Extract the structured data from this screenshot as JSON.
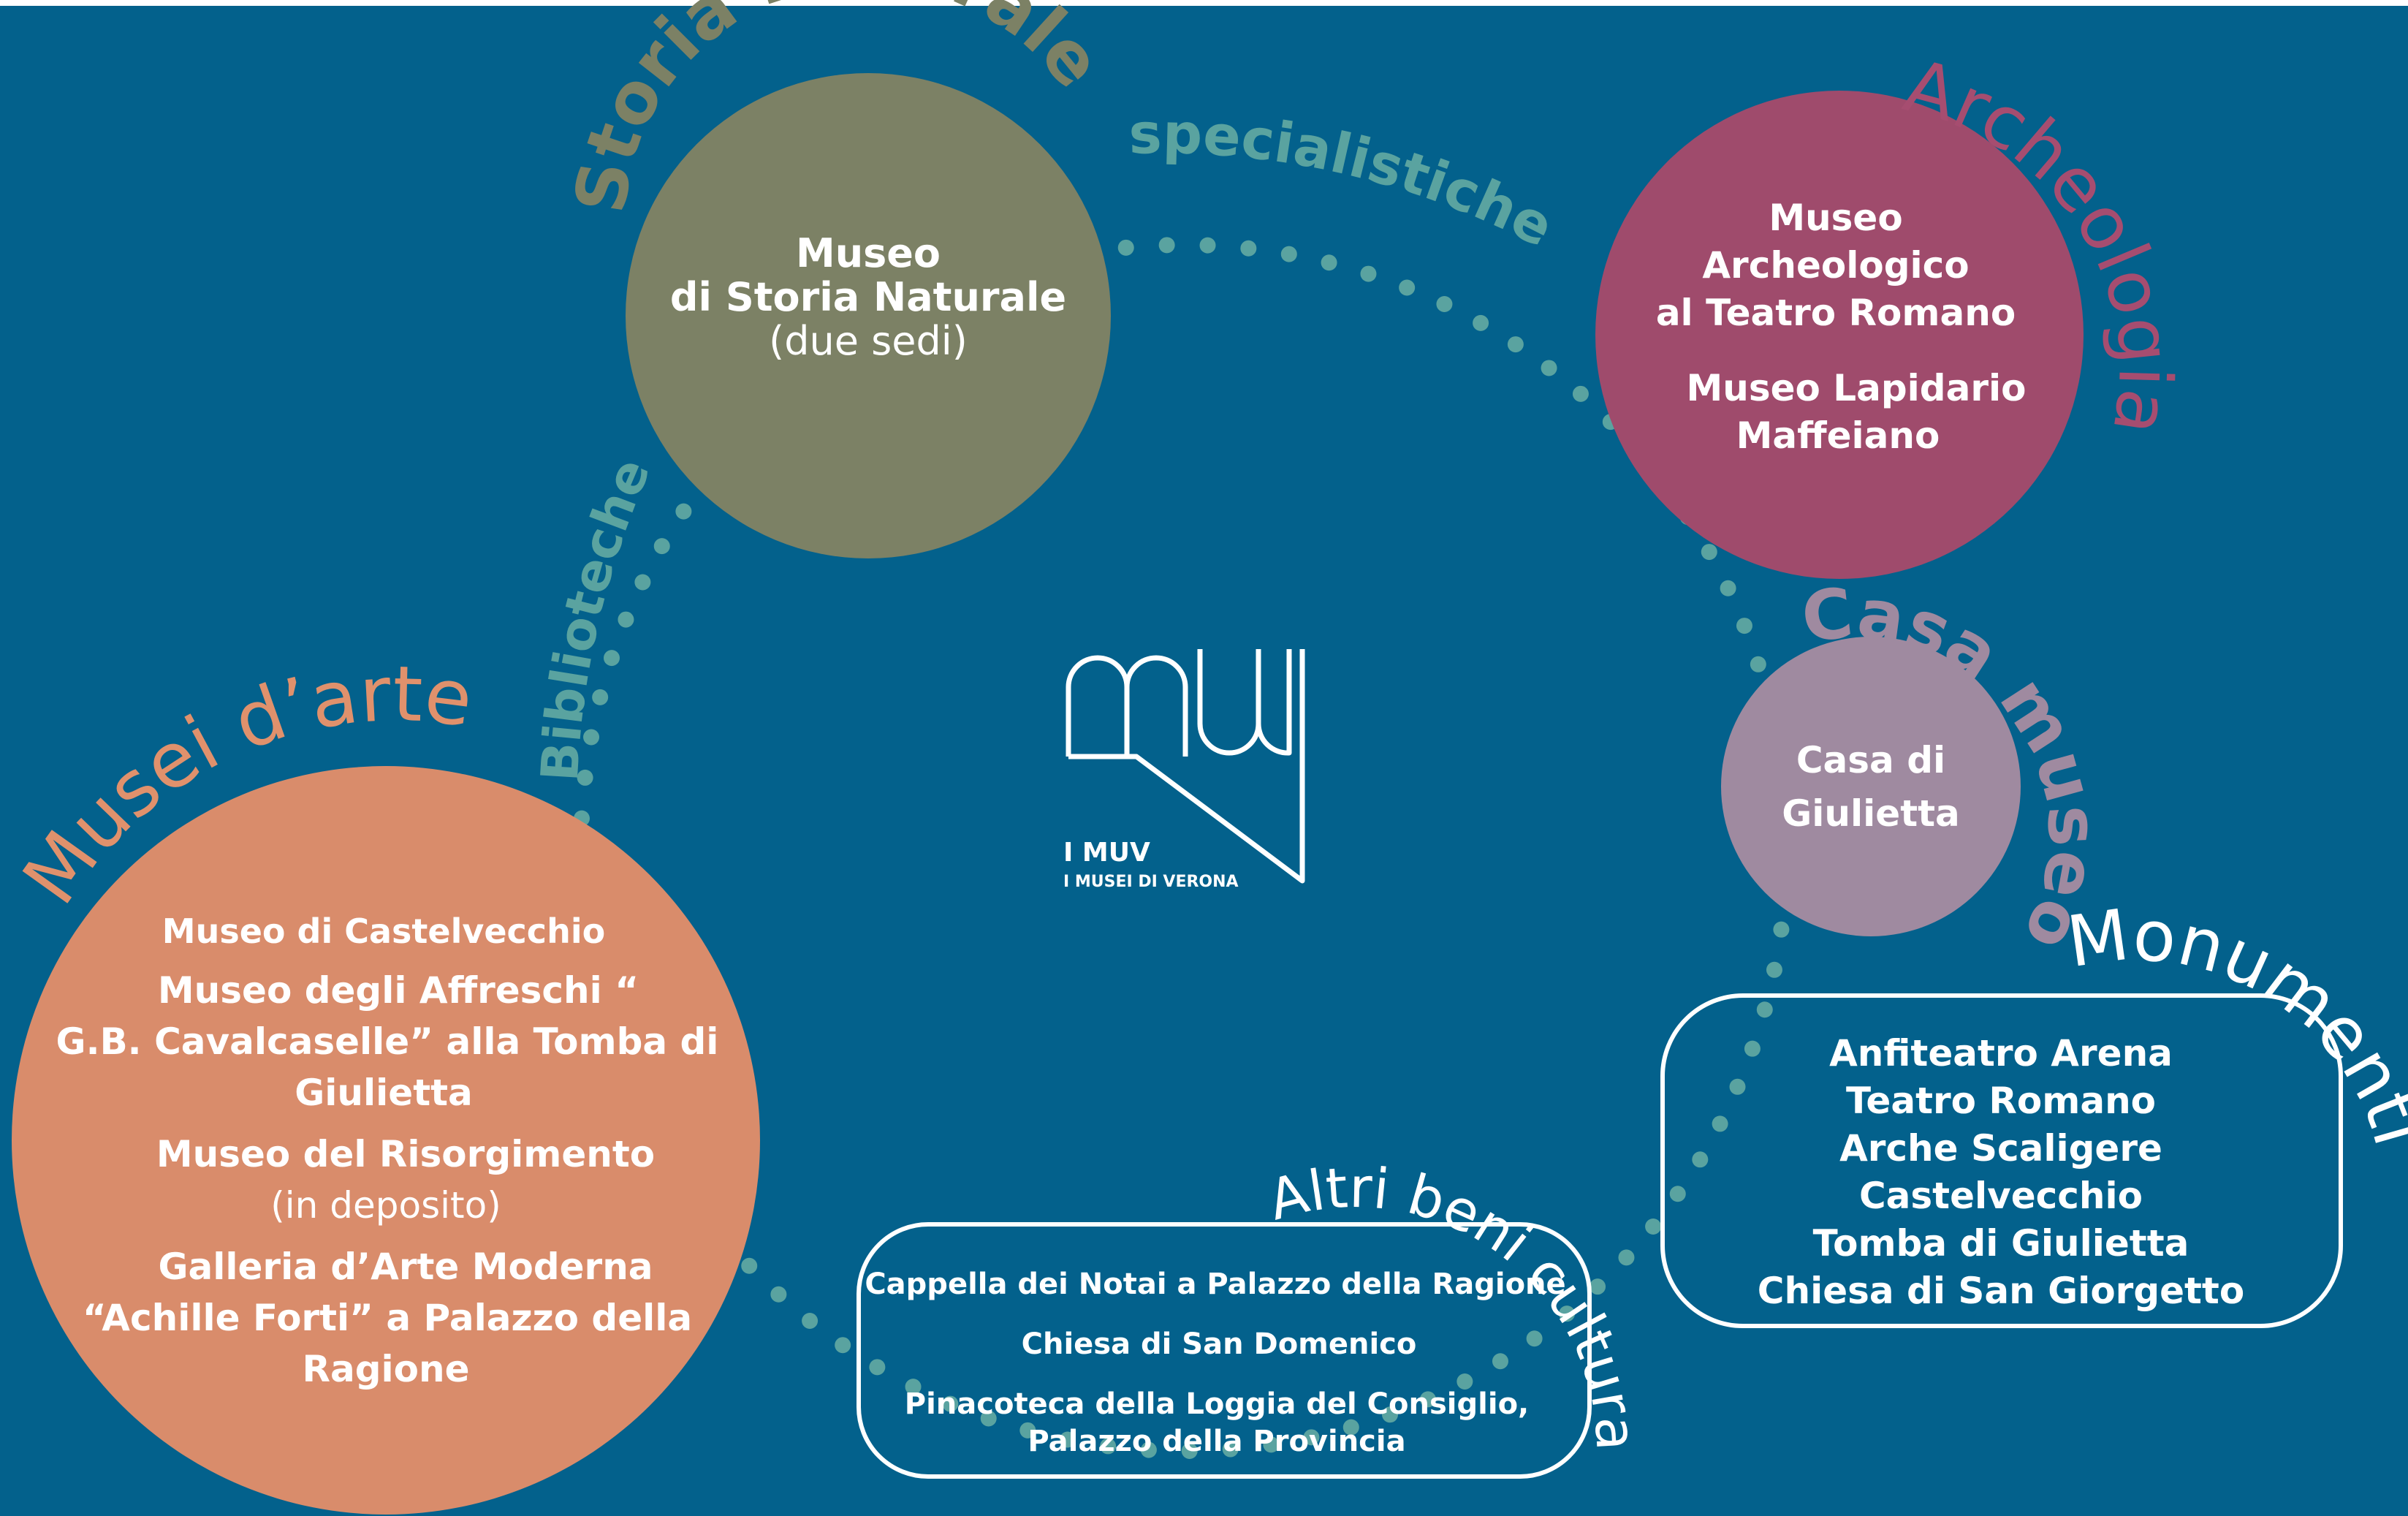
{
  "colors": {
    "background": "#03618c",
    "dots": "#5aa3a0",
    "storia": "#7c8165",
    "archeo": "#9f4b6c",
    "casa": "#9f8aa0",
    "arte": "#d98c6b",
    "white": "#ffffff"
  },
  "arc_labels": {
    "storia_naturale": "Storia Naturale",
    "specialistiche": "specialistiche",
    "archeologia": "Archeologia",
    "casa_museo": "Casa museo",
    "biblioteche": "Biblioteche",
    "musei_darte": "Musei d’arte",
    "monumenti": "Monumenti",
    "altri_beni_culturali": "Altri beni culturali"
  },
  "nodes": {
    "storia": {
      "line1": "Museo",
      "line2": "di Storia Naturale",
      "line3": "(due sedi)"
    },
    "archeo": {
      "line1": "Museo",
      "line2": "Archeologico",
      "line3": "al Teatro Romano",
      "line4": "Museo Lapidario",
      "line5": "Maffeiano"
    },
    "casa": {
      "line1": "Casa di",
      "line2": "Giulietta"
    },
    "arte": {
      "items": [
        "Museo di Castelvecchio",
        "Museo degli Affreschi “",
        "G.B. Cavalcaselle” alla Tomba di",
        "Giulietta",
        "Museo del Risorgimento",
        "(in deposito)",
        "Galleria d’Arte Moderna",
        "“Achille Forti” a Palazzo della",
        "Ragione"
      ]
    },
    "monumenti": {
      "items": [
        "Anfiteatro Arena",
        "Teatro Romano",
        "Arche Scaligere",
        "Castelvecchio",
        "Tomba di Giulietta",
        "Chiesa di San Giorgetto"
      ]
    },
    "altri": {
      "items": [
        "Cappella dei Notai a Palazzo della Ragione",
        "Chiesa di San Domenico",
        "Pinacoteca della Loggia del Consiglio,",
        "Palazzo della Provincia"
      ]
    }
  },
  "logo": {
    "name": "I MUV",
    "subtitle": "I MUSEI DI VERONA"
  }
}
